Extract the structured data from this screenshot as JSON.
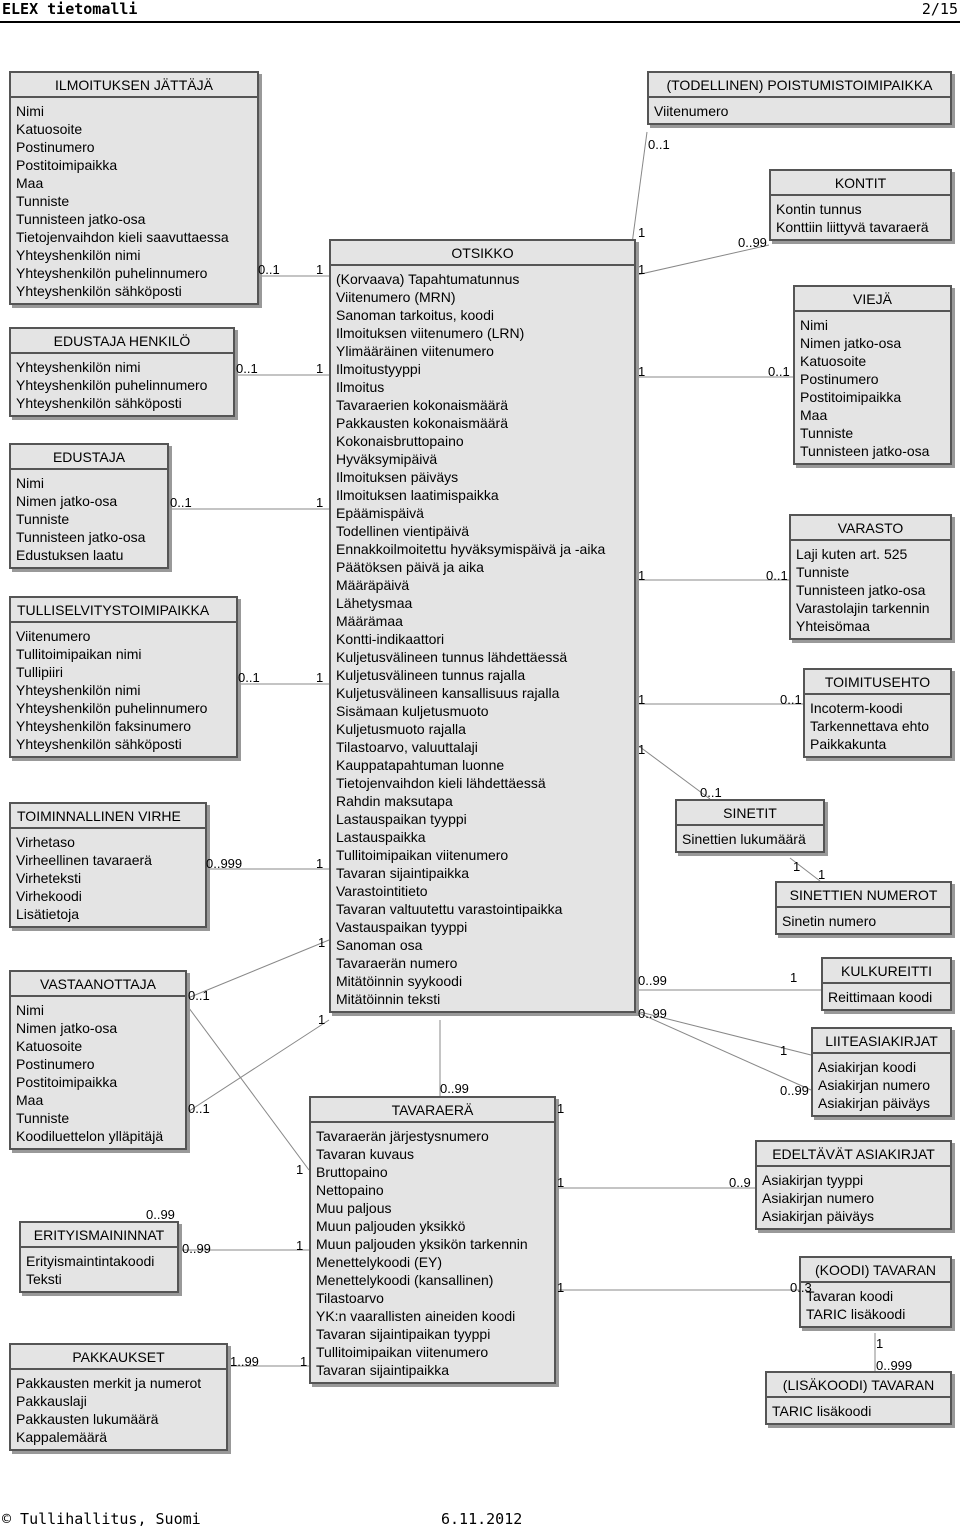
{
  "header": {
    "title": "ELEX tietomalli",
    "page": "2/15"
  },
  "footer": {
    "copyright": "© Tullihallitus, Suomi",
    "date": "6.11.2012"
  },
  "entities": [
    {
      "id": "ilmoituksen-jattaja",
      "title": "ILMOITUKSEN JÄTTÄJÄ",
      "fields": [
        "Nimi",
        "Katuosoite",
        "Postinumero",
        "Postitoimipaikka",
        "Maa",
        "Tunniste",
        "Tunnisteen jatko-osa",
        "Tietojenvaihdon kieli saavuttaessa",
        "Yhteyshenkilön nimi",
        "Yhteyshenkilön puhelinnumero",
        "Yhteyshenkilön sähköposti"
      ]
    },
    {
      "id": "edustaja-henkilo",
      "title": "EDUSTAJA HENKILÖ",
      "fields": [
        "Yhteyshenkilön nimi",
        "Yhteyshenkilön puhelinnumero",
        "Yhteyshenkilön sähköposti"
      ]
    },
    {
      "id": "edustaja",
      "title": "EDUSTAJA",
      "fields": [
        "Nimi",
        "Nimen jatko-osa",
        "Tunniste",
        "Tunnisteen jatko-osa",
        "Edustuksen laatu"
      ]
    },
    {
      "id": "tulliselvitystoimipaikka",
      "title": "TULLISELVITYSTOIMIPAIKKA",
      "fields": [
        "Viitenumero",
        "Tullitoimipaikan nimi",
        "Tullipiiri",
        "Yhteyshenkilön nimi",
        "Yhteyshenkilön puhelinnumero",
        "Yhteyshenkilön faksinumero",
        "Yhteyshenkilön sähköposti"
      ]
    },
    {
      "id": "toiminnallinen-virhe",
      "title": "TOIMINNALLINEN VIRHE",
      "fields": [
        "Virhetaso",
        "Virheellinen tavaraerä",
        "Virheteksti",
        "Virhekoodi",
        "Lisätietoja"
      ]
    },
    {
      "id": "vastaanottaja",
      "title": "VASTAANOTTAJA",
      "fields": [
        "Nimi",
        "Nimen jatko-osa",
        "Katuosoite",
        "Postinumero",
        "Postitoimipaikka",
        "Maa",
        "Tunniste",
        "Koodiluettelon ylläpitäjä"
      ]
    },
    {
      "id": "erityismaininnat",
      "title": "ERITYISMAININNAT",
      "fields": [
        "Erityismaintintakoodi",
        "Teksti"
      ]
    },
    {
      "id": "pakkaukset",
      "title": "PAKKAUKSET",
      "fields": [
        "Pakkausten merkit ja numerot",
        "Pakkauslaji",
        "Pakkausten lukumäärä",
        "Kappalemäärä"
      ]
    },
    {
      "id": "otsikko",
      "title": "OTSIKKO",
      "fields": [
        "(Korvaava) Tapahtumatunnus",
        "Viitenumero (MRN)",
        "Sanoman tarkoitus, koodi",
        "Ilmoituksen viitenumero (LRN)",
        "Ylimääräinen viitenumero",
        "Ilmoitustyyppi",
        "Ilmoitus",
        "Tavaraerien kokonaismäärä",
        "Pakkausten kokonaismäärä",
        "Kokonaisbruttopaino",
        "Hyväksymipäivä",
        "Ilmoituksen päiväys",
        "Ilmoituksen laatimispaikka",
        "Epäämispäivä",
        "Todellinen vientipäivä",
        "Ennakkoilmoitettu hyväksymispäivä ja -aika",
        "Päätöksen päivä ja aika",
        "Määräpäivä",
        "Lähetysmaa",
        "Määrämaa",
        "Kontti-indikaattori",
        "Kuljetusvälineen tunnus lähdettäessä",
        "Kuljetusvälineen tunnus rajalla",
        "Kuljetusvälineen kansallisuus rajalla",
        "Sisämaan kuljetusmuoto",
        "Kuljetusmuoto rajalla",
        "Tilastoarvo, valuuttalaji",
        "Kauppatapahtuman luonne",
        "Tietojenvaihdon kieli lähdettäessä",
        "Rahdin maksutapa",
        "Lastauspaikan tyyppi",
        "Lastauspaikka",
        "Tullitoimipaikan viitenumero",
        "Tavaran sijaintipaikka",
        "Varastointitieto",
        "Tavaran valtuutettu varastointipaikka",
        "Vastauspaikan tyyppi",
        "Sanoman osa",
        "Tavaraerän numero",
        "Mitätöinnin syykoodi",
        "Mitätöinnin teksti"
      ]
    },
    {
      "id": "tavaraera",
      "title": "TAVARAERÄ",
      "fields": [
        "Tavaraerän järjestysnumero",
        "Tavaran kuvaus",
        "Bruttopaino",
        "Nettopaino",
        "Muu paljous",
        "Muun paljouden yksikkö",
        "Muun paljouden yksikön tarkennin",
        "Menettelykoodi (EY)",
        "Menettelykoodi (kansallinen)",
        "Tilastoarvo",
        "YK:n vaarallisten aineiden koodi",
        "Tavaran sijaintipaikan tyyppi",
        "Tullitoimipaikan viitenumero",
        "Tavaran sijaintipaikka"
      ]
    },
    {
      "id": "todellinen-poistumistoimipaikka",
      "title": "(TODELLINEN) POISTUMISTOIMIPAIKKA",
      "fields": [
        "Viitenumero"
      ]
    },
    {
      "id": "kontit",
      "title": "KONTIT",
      "fields": [
        "Kontin tunnus",
        "Konttiin liittyvä tavaraerä"
      ]
    },
    {
      "id": "vieja",
      "title": "VIEJÄ",
      "fields": [
        "Nimi",
        "Nimen jatko-osa",
        "Katuosoite",
        "Postinumero",
        "Postitoimipaikka",
        "Maa",
        "Tunniste",
        "Tunnisteen jatko-osa"
      ]
    },
    {
      "id": "varasto",
      "title": "VARASTO",
      "fields": [
        "Laji kuten art. 525",
        "Tunniste",
        "Tunnisteen jatko-osa",
        "Varastolajin tarkennin",
        "Yhteisömaa"
      ]
    },
    {
      "id": "toimitusehto",
      "title": "TOIMITUSEHTO",
      "fields": [
        "Incoterm-koodi",
        "Tarkennettava ehto",
        "Paikkakunta"
      ]
    },
    {
      "id": "sinetit",
      "title": "SINETIT",
      "fields": [
        "Sinettien lukumäärä"
      ]
    },
    {
      "id": "sinettien-numerot",
      "title": "SINETTIEN NUMEROT",
      "fields": [
        "Sinetin numero"
      ]
    },
    {
      "id": "kulkureitti",
      "title": "KULKUREITTI",
      "fields": [
        "Reittimaan koodi"
      ]
    },
    {
      "id": "liiteasiakirjat",
      "title": "LIITEASIAKIRJAT",
      "fields": [
        "Asiakirjan koodi",
        "Asiakirjan numero",
        "Asiakirjan päiväys"
      ]
    },
    {
      "id": "edeltavat-asiakirjat",
      "title": "EDELTÄVÄT ASIAKIRJAT",
      "fields": [
        "Asiakirjan tyyppi",
        "Asiakirjan numero",
        "Asiakirjan päiväys"
      ]
    },
    {
      "id": "koodi-tavaran",
      "title": "(KOODI) TAVARAN",
      "fields": [
        "Tavaran koodi",
        "TARIC lisäkoodi"
      ]
    },
    {
      "id": "lisakoodi-tavaran",
      "title": "(LISÄKOODI) TAVARAN",
      "fields": [
        "TARIC lisäkoodi"
      ]
    }
  ],
  "cardinalities": [
    "0..1",
    "1",
    "0..1",
    "1",
    "0..1",
    "1",
    "0..1",
    "1",
    "0..999",
    "1",
    "0..1",
    "1",
    "0..1",
    "1",
    "0..99",
    "1",
    "0..99",
    "1",
    "1..99",
    "1",
    "0..1",
    "1",
    "0..99",
    "1",
    "1",
    "0..1",
    "1",
    "0..1",
    "1",
    "0..1",
    "1",
    "0..1",
    "1",
    "1",
    "0..99",
    "1",
    "0..99",
    "1",
    "0..99",
    "0..99",
    "1",
    "0..9",
    "1",
    "1",
    "0..3",
    "1",
    "0..999"
  ]
}
